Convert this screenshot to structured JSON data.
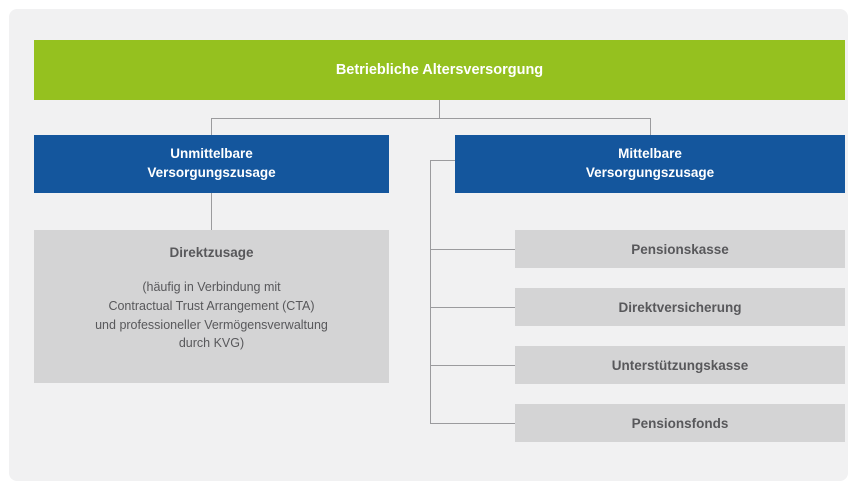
{
  "diagram": {
    "root": {
      "label": "Betriebliche Altersversorgung"
    },
    "branches": [
      {
        "line1": "Unmittelbare",
        "line2": "Versorgungszusage"
      },
      {
        "line1": "Mittelbare",
        "line2": "Versorgungszusage"
      }
    ],
    "direct_box": {
      "title": "Direktzusage",
      "desc_lines": [
        "(häufig in Verbindung mit",
        "Contractual Trust Arrangement (CTA)",
        "und professioneller Vermögensverwaltung",
        "durch KVG)"
      ]
    },
    "indirect_items": [
      {
        "label": "Pensionskasse"
      },
      {
        "label": "Direktversicherung"
      },
      {
        "label": "Unterstützungskasse"
      },
      {
        "label": "Pensionsfonds"
      }
    ],
    "colors": {
      "root_green": "#95c11f",
      "branch_blue": "#14569d",
      "box_gray": "#d4d4d5",
      "text_gray": "#58585b",
      "line_gray": "#9b9b9e",
      "panel_background": "#f1f1f2"
    }
  }
}
